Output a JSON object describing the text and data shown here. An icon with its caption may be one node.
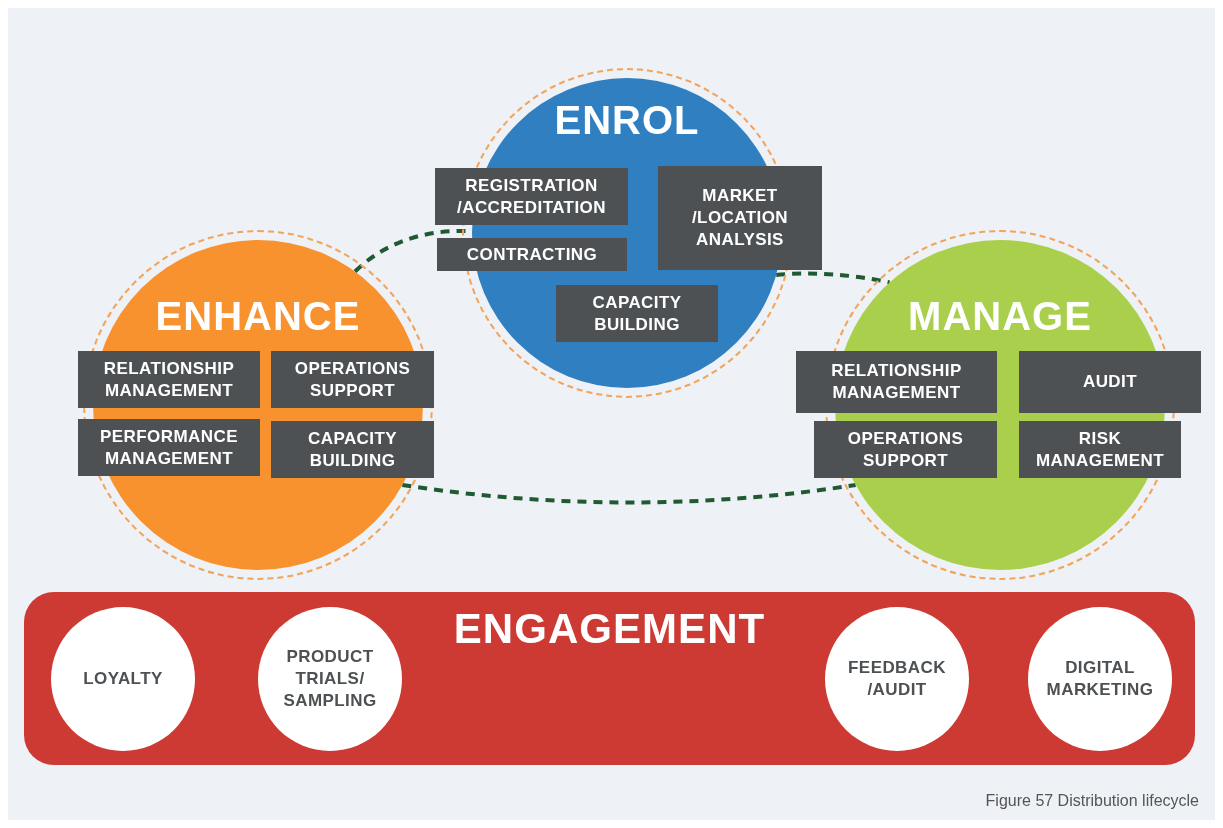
{
  "diagram": {
    "caption": "Figure 57 Distribution lifecycle",
    "nodes": [
      {
        "text": [
          "ENROL"
        ]
      },
      {
        "text": [
          "REGISTRATION /ACCREDITATION"
        ]
      },
      {
        "text": [
          "MARKET /LOCATION ANALYSIS"
        ]
      },
      {
        "text": [
          "CONTRACTING"
        ]
      },
      {
        "text": [
          "CAPACITY BUILDING"
        ],
        "in": 0
      },
      {
        "text": [
          "ENHANCE"
        ]
      },
      {
        "text": [
          "RELATIONSHIP MANAGEMENT"
        ]
      },
      {
        "text": [
          "OPERATIONS SUPPORT"
        ]
      },
      {
        "text": [
          "PERFORMANCE MANAGEMENT"
        ]
      },
      {
        "text": [
          "CAPACITY BUILDING"
        ]
      },
      {
        "text": [
          "MANAGE"
        ]
      },
      {
        "text": [
          "RELATIONSHIP MANAGEMENT"
        ]
      },
      {
        "text": [
          "AUDIT"
        ]
      },
      {
        "text": [
          "OPERATIONS SUPPORT"
        ]
      },
      {
        "text": [
          "RISK MANAGEMENT"
        ]
      },
      {
        "text": [
          "ENGAGEMENT"
        ]
      },
      {
        "text": [
          "LOYALTY"
        ],
        "in": 15
      },
      {
        "text": [
          "PRODUCT TRIALS/ SAMPLING"
        ],
        "in": 15
      },
      {
        "text": [
          "FEEDBACK /AUDIT"
        ],
        "in": 15
      },
      {
        "text": [
          "DIGITAL MARKETING"
        ],
        "in": 15
      }
    ],
    "edges": [
      {
        "from": 5,
        "to": 0,
        "arrow": "none",
        "style": "dashed"
      },
      {
        "from": 0,
        "to": 10,
        "arrow": "none",
        "style": "dashed"
      },
      {
        "from": 5,
        "to": 10,
        "arrow": "none",
        "style": "dashed"
      }
    ]
  }
}
